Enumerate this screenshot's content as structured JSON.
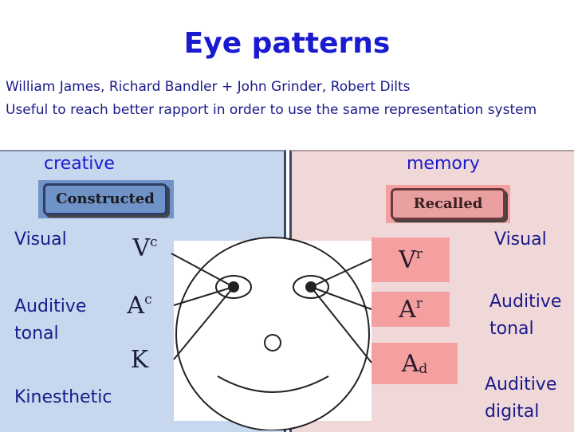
{
  "title": "Eye patterns",
  "subtitle_lines": [
    "William James, Richard Bandler + John Grinder, Robert Dilts",
    "Useful to reach better rapport in order to use the same representation system"
  ],
  "left_panel": {
    "heading": "creative",
    "tag": "Constructed",
    "labels": {
      "visual": "Visual",
      "auditive_tonal": "Auditive tonal",
      "kinesthetic": "Kinesthetic"
    },
    "symbols": {
      "visual": {
        "base": "V",
        "sub": "c"
      },
      "auditive": {
        "base": "A",
        "sub": "c"
      },
      "kinesthetic": {
        "base": "K"
      }
    }
  },
  "right_panel": {
    "heading": "memory",
    "tag": "Recalled",
    "labels": {
      "visual": "Visual",
      "auditive_tonal": "Auditive tonal",
      "auditive_digital": "Auditive digital"
    },
    "symbols": {
      "visual": {
        "base": "V",
        "sub": "r"
      },
      "auditive": {
        "base": "A",
        "sub": "r"
      },
      "digital": {
        "base": "A",
        "sub": "d"
      }
    }
  },
  "colors": {
    "title": "#1a1ad0",
    "left_panel": "#c7d7ee",
    "right_panel": "#f0d8d8",
    "constructed_tag": "#6f93c9",
    "recalled_tag": "#eaa0a0",
    "recall_symbol_bg": "#f4a0a0"
  }
}
